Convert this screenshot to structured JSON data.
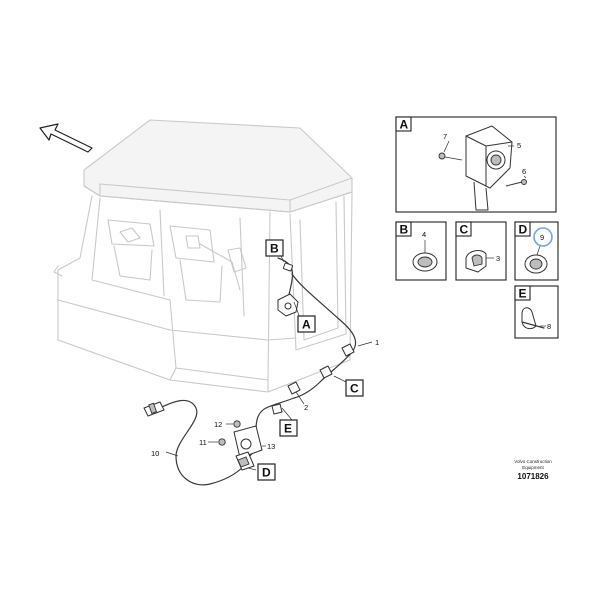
{
  "callouts": {
    "A": "A",
    "B": "B",
    "C": "C",
    "D": "D",
    "E": "E"
  },
  "detail_panels": {
    "A": {
      "label": "A",
      "parts": [
        "5",
        "6",
        "7"
      ]
    },
    "B": {
      "label": "B",
      "parts": [
        "4"
      ]
    },
    "C": {
      "label": "C",
      "parts": [
        "3"
      ]
    },
    "D": {
      "label": "D",
      "parts": [
        "9"
      ]
    },
    "E": {
      "label": "E",
      "parts": [
        "8"
      ]
    }
  },
  "part_numbers": {
    "p1": "1",
    "p2": "2",
    "p10": "10",
    "p11": "11",
    "p12": "12",
    "p13": "13"
  },
  "branding": {
    "company_line1": "Volvo Construction",
    "company_line2": "Equipment",
    "document_number": "1071826"
  },
  "highlight_color": "#6fa8dc",
  "icons": [
    "direction-arrow-icon"
  ]
}
